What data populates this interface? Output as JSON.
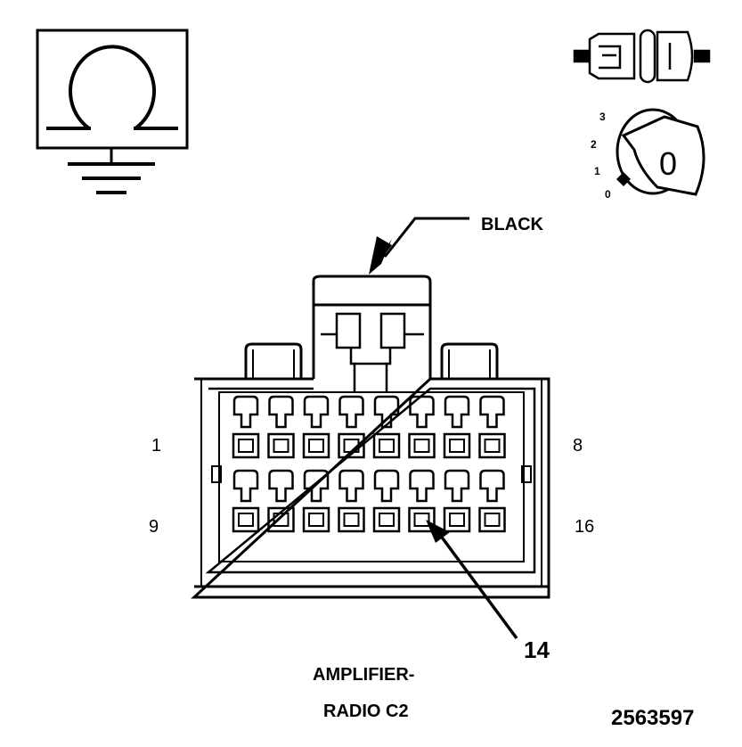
{
  "connector": {
    "color_label": "BLACK",
    "color_hex": "#000000",
    "title_line1": "AMPLIFIER-",
    "title_line2": "RADIO C2",
    "pin_count": 16,
    "pins_per_row": 8,
    "row_labels": {
      "top_left": "1",
      "top_right": "8",
      "bottom_left": "9",
      "bottom_right": "16"
    },
    "callout_pin": "14"
  },
  "figure_number": "2563597",
  "icons": {
    "ohm_ground": "ohmmeter-ground-symbol-icon",
    "connector_disconnect": "disconnected-connector-icon",
    "ignition_key": "ignition-key-off-icon"
  },
  "ignition": {
    "positions": [
      "3",
      "2",
      "1",
      "0"
    ],
    "key_label": "0"
  }
}
